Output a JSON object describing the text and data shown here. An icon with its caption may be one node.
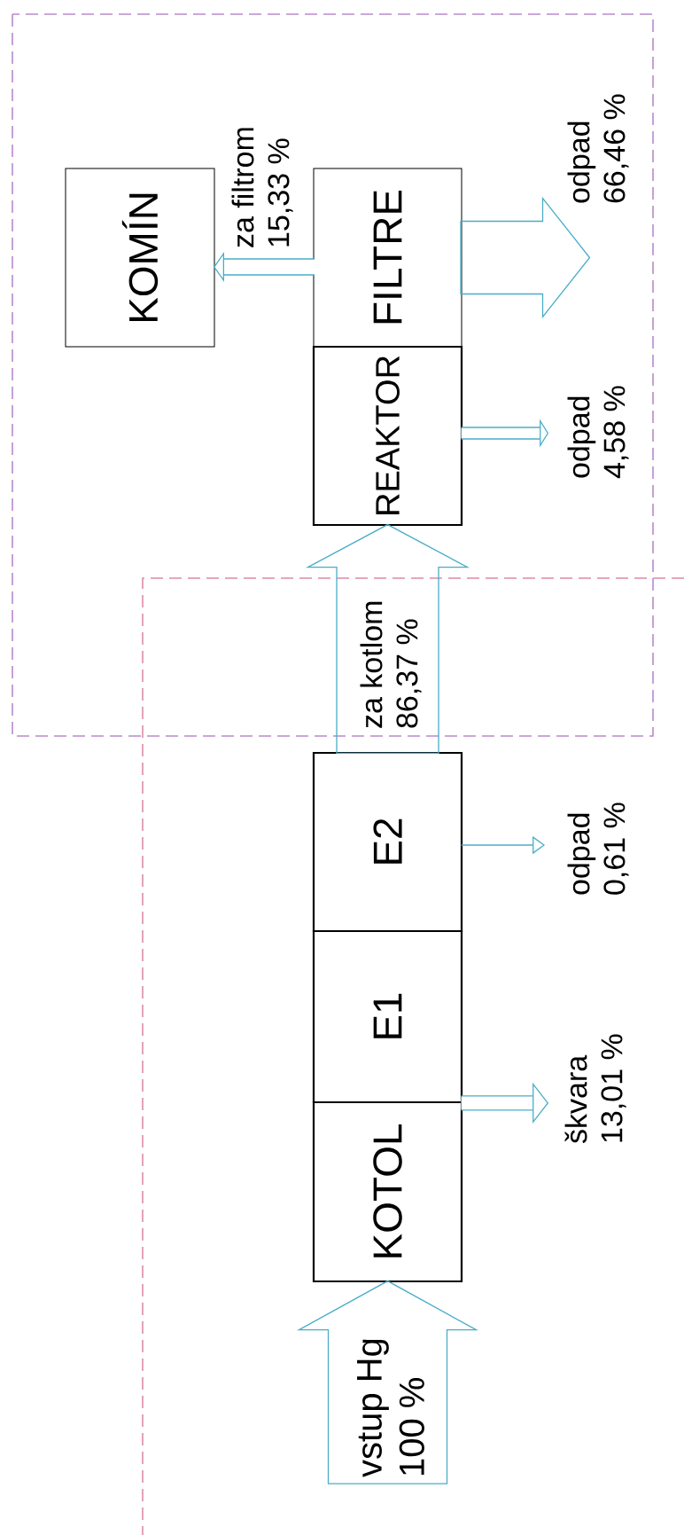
{
  "diagram": {
    "nodes": [
      {
        "text": [
          "KOMÍN"
        ]
      },
      {
        "text": [
          "FILTRE"
        ]
      },
      {
        "text": [
          "REAKTOR"
        ]
      },
      {
        "text": [
          "E2"
        ]
      },
      {
        "text": [
          "E1"
        ]
      },
      {
        "text": [
          "KOTOL"
        ]
      }
    ],
    "edges": [
      {
        "from": 1,
        "to": 0,
        "arrow": "to",
        "label": "za filtrom 15,33 %"
      },
      {
        "from": 1,
        "to": null,
        "arrow": "to",
        "label": "odpad 66,46 %",
        "style": "thick"
      },
      {
        "from": 2,
        "to": null,
        "arrow": "to",
        "label": "odpad 4,58 %"
      },
      {
        "from": 3,
        "to": 2,
        "arrow": "to",
        "label": "za kotlom 86,37 %",
        "style": "thick"
      },
      {
        "from": 3,
        "to": null,
        "arrow": "to",
        "label": "odpad 0,61 %"
      },
      {
        "from": 5,
        "to": null,
        "arrow": "to",
        "label": "škvara 13,01 %"
      },
      {
        "from": null,
        "to": 5,
        "arrow": "to",
        "label": "vstup Hg 100 %",
        "style": "thick"
      }
    ]
  }
}
